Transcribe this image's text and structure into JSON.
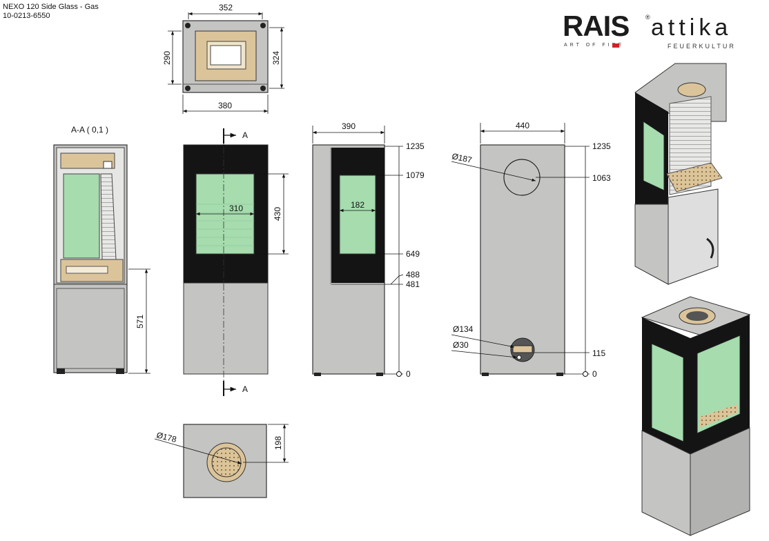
{
  "header": {
    "title": "NEXO 120 Side Glass - Gas",
    "code": "10-0213-6550"
  },
  "brand": {
    "rais": "RAIS",
    "reg": "®",
    "attika": "attika",
    "attika_reg": "®",
    "tag_left": "ART OF FIRE",
    "tag_right": "FEUERKULTUR",
    "colors": {
      "text": "#1c1c1c",
      "flag": "#d32027"
    }
  },
  "views": {
    "section_label": "A-A ( 0,1 )",
    "cut_label_top": "A",
    "cut_label_bottom": "A"
  },
  "dimensions": {
    "top_width_inner": "352",
    "top_width_outer": "380",
    "top_depth_left": "290",
    "top_depth_right": "324",
    "front_glass_width": "310",
    "front_glass_height": "430",
    "section_height": "571",
    "side_width": "390",
    "side_glass_width": "182",
    "back_width": "440",
    "flue_diameter": "Ø187",
    "inlet_diameter": "Ø134",
    "gas_diameter": "Ø30",
    "bottom_diameter": "Ø178",
    "bottom_offset": "198"
  },
  "heights": {
    "side": [
      "1235",
      "1079",
      "649",
      "488",
      "481",
      "0"
    ],
    "back": [
      "1235",
      "1063",
      "115",
      "0"
    ]
  },
  "colors": {
    "steel": "#c4c4c2",
    "steel_dark": "#9c9c9a",
    "glass": "#a6dcae",
    "glass_dark": "#7cc08c",
    "black": "#141414",
    "sand": "#dcc49a"
  }
}
